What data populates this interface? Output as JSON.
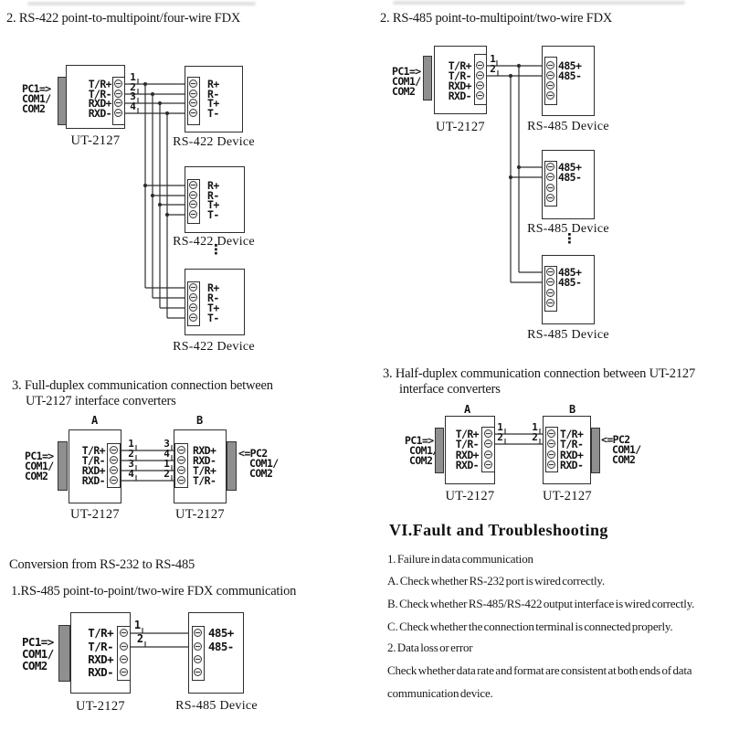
{
  "diagrams": {
    "rs422_multipoint": {
      "title": "2. RS-422 point-to-multipoint/four-wire FDX",
      "pc": [
        "PC1=>",
        "COM1/",
        "COM2"
      ],
      "converter": {
        "name": "UT-2127",
        "pins": [
          "T/R+",
          "T/R-",
          "RXD+",
          "RXD-"
        ]
      },
      "wire_numbers": [
        "1",
        "2",
        "3",
        "4"
      ],
      "devices": [
        {
          "name": "RS-422 Device",
          "pins": [
            "R+",
            "R-",
            "T+",
            "T-"
          ]
        },
        {
          "name": "RS-422 Device",
          "pins": [
            "R+",
            "R-",
            "T+",
            "T-"
          ]
        },
        {
          "name": "RS-422 Device",
          "pins": [
            "R+",
            "R-",
            "T+",
            "T-"
          ]
        }
      ],
      "ellipsis": "⋮"
    },
    "rs485_multipoint": {
      "title": "2. RS-485 point-to-multipoint/two-wire FDX",
      "pc": [
        "PC1=>",
        "COM1/",
        "COM2"
      ],
      "converter": {
        "name": "UT-2127",
        "pins": [
          "T/R+",
          "T/R-",
          "RXD+",
          "RXD-"
        ]
      },
      "wire_numbers": [
        "1",
        "2"
      ],
      "devices": [
        {
          "name": "RS-485 Device",
          "pins": [
            "485+",
            "485-"
          ]
        },
        {
          "name": "RS-485 Device",
          "pins": [
            "485+",
            "485-"
          ]
        },
        {
          "name": "RS-485 Device",
          "pins": [
            "485+",
            "485-"
          ]
        }
      ],
      "ellipsis": "⋮"
    },
    "full_duplex": {
      "title_line1": "3. Full-duplex communication connection between",
      "title_line2": "UT-2127 interface converters",
      "label_a": "A",
      "label_b": "B",
      "pc1": [
        "PC1=>",
        "COM1/",
        "COM2"
      ],
      "pc2": [
        "<=PC2",
        "COM1/",
        "COM2"
      ],
      "converter_a": {
        "name": "UT-2127",
        "pins": [
          "T/R+",
          "T/R-",
          "RXD+",
          "RXD-"
        ]
      },
      "converter_b": {
        "name": "UT-2127",
        "pins": [
          "RXD+",
          "RXD-",
          "T/R+",
          "T/R-"
        ]
      },
      "wire_numbers_left": [
        "1",
        "2",
        "3",
        "4"
      ],
      "wire_numbers_right": [
        "3",
        "4",
        "1",
        "2"
      ]
    },
    "half_duplex": {
      "title_line1": "3. Half-duplex communication connection between UT-2127",
      "title_line2": "interface converters",
      "label_a": "A",
      "label_b": "B",
      "pc1": [
        "PC1=>",
        "COM1/",
        "COM2"
      ],
      "pc2": [
        "<=PC2",
        "COM1/",
        "COM2"
      ],
      "converter_a": {
        "name": "UT-2127",
        "pins": [
          "T/R+",
          "T/R-",
          "RXD+",
          "RXD-"
        ]
      },
      "converter_b": {
        "name": "UT-2127",
        "pins": [
          "T/R+",
          "T/R-",
          "RXD+",
          "RXD-"
        ]
      },
      "wire_numbers_left": [
        "1",
        "2"
      ],
      "wire_numbers_right": [
        "1",
        "2"
      ]
    },
    "rs485_p2p": {
      "heading": "Conversion from RS-232 to RS-485",
      "title": "1.RS-485 point-to-point/two-wire FDX communication",
      "pc": [
        "PC1=>",
        "COM1/",
        "COM2"
      ],
      "converter": {
        "name": "UT-2127",
        "pins": [
          "T/R+",
          "T/R-",
          "RXD+",
          "RXD-"
        ]
      },
      "wire_numbers": [
        "1",
        "2"
      ],
      "device": {
        "name": "RS-485 Device",
        "pins": [
          "485+",
          "485-"
        ]
      }
    }
  },
  "troubleshooting": {
    "heading": "VI.Fault and Troubleshooting",
    "items": [
      "1. Failure in data communication",
      "A. Check whether RS-232 port is wired correctly.",
      "B. Check whether RS-485/RS-422 output interface is wired correctly.",
      "C. Check whether the connection terminal is connected properly.",
      "2. Data loss or error",
      "Check whether data rate and format are consistent at both ends of data",
      "communication device."
    ]
  },
  "colors": {
    "ink": "#2e2e2e",
    "connector_gray": "#8f8f8f",
    "background": "#ffffff"
  }
}
